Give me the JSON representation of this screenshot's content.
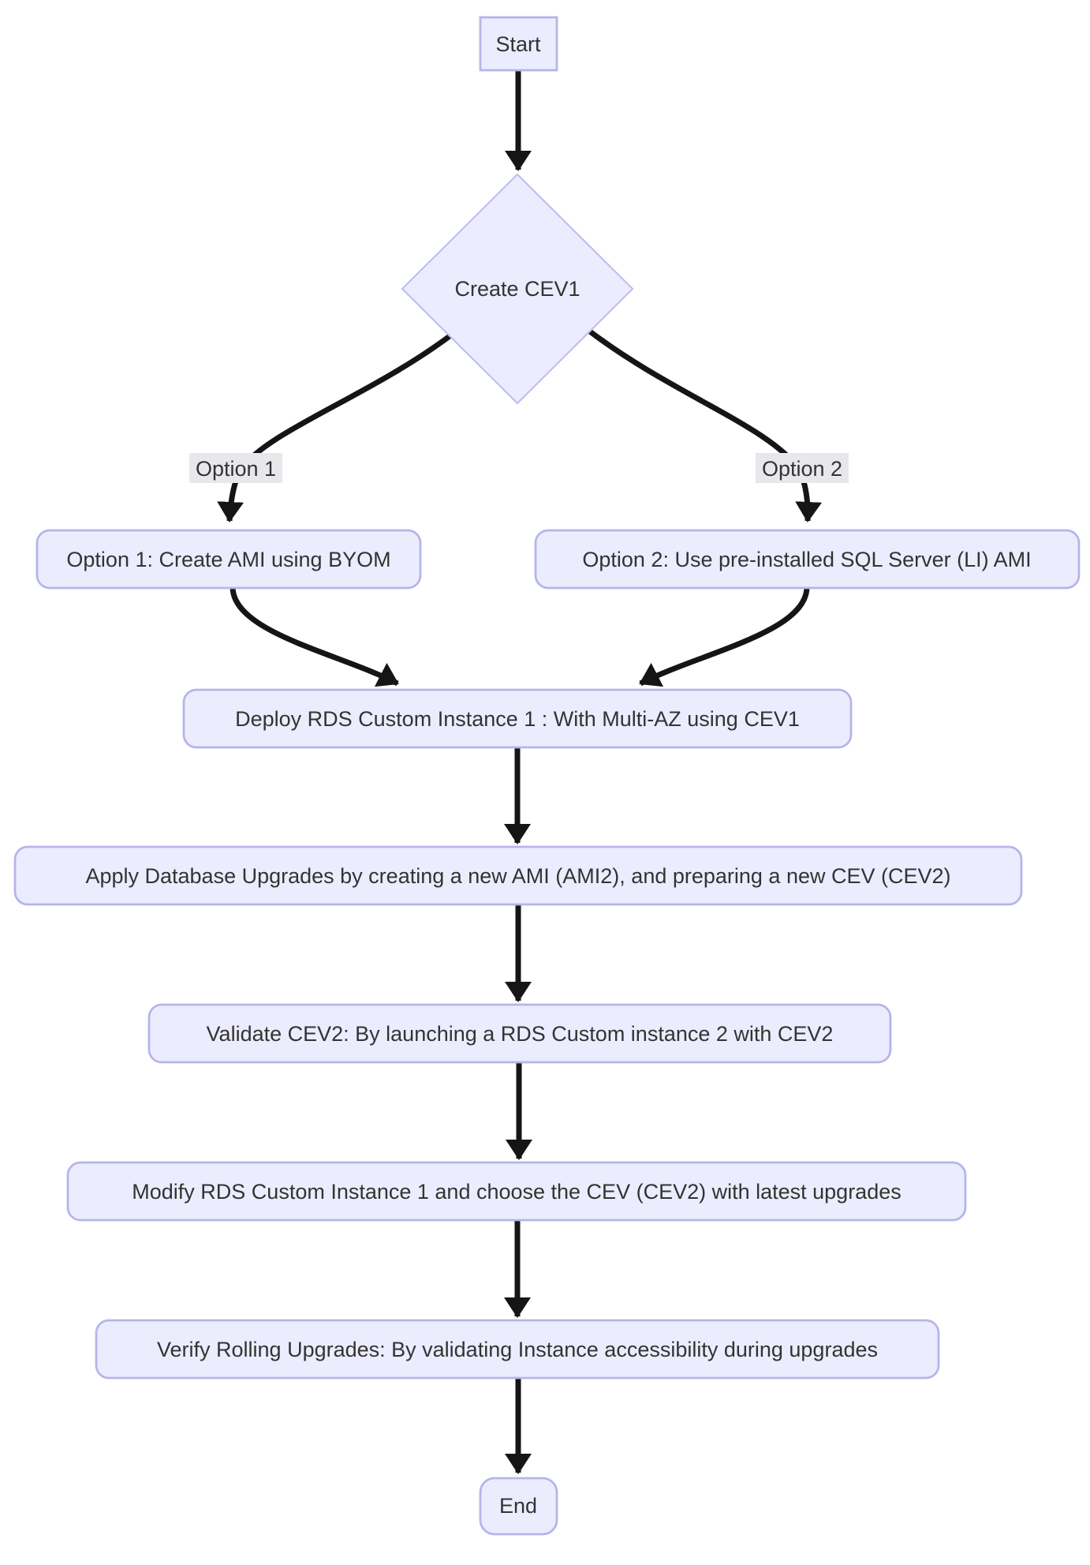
{
  "colors": {
    "background": "#ffffff",
    "node_fill": "#ececff",
    "node_border": "#b5b5e9",
    "node_text": "#333333",
    "edge": "#151515",
    "edge_label_bg": "#e8e8ec"
  },
  "diagram_type": "flowchart",
  "nodes": {
    "start": {
      "label": "Start",
      "shape": "rectangle"
    },
    "decision": {
      "label": "Create CEV1",
      "shape": "diamond"
    },
    "option1": {
      "label": "Option 1: Create AMI using BYOM",
      "shape": "rounded"
    },
    "option2": {
      "label": "Option 2: Use pre-installed SQL Server (LI) AMI",
      "shape": "rounded"
    },
    "deploy": {
      "label": "Deploy RDS Custom Instance 1 : With Multi-AZ using CEV1",
      "shape": "rounded"
    },
    "apply": {
      "label": "Apply Database Upgrades by creating a new AMI (AMI2), and preparing a new CEV (CEV2)",
      "shape": "rounded"
    },
    "validate": {
      "label": "Validate CEV2: By launching a RDS Custom instance 2 with CEV2",
      "shape": "rounded"
    },
    "modify": {
      "label": "Modify RDS Custom Instance 1 and choose the CEV (CEV2) with latest upgrades",
      "shape": "rounded"
    },
    "verify": {
      "label": "Verify Rolling Upgrades: By validating Instance accessibility during upgrades",
      "shape": "rounded"
    },
    "end": {
      "label": "End",
      "shape": "rounded"
    }
  },
  "edge_labels": {
    "option1": {
      "label": "Option 1"
    },
    "option2": {
      "label": "Option 2"
    }
  },
  "edges": [
    {
      "from": "start",
      "to": "decision"
    },
    {
      "from": "decision",
      "to": "option1",
      "label": "Option 1"
    },
    {
      "from": "decision",
      "to": "option2",
      "label": "Option 2"
    },
    {
      "from": "option1",
      "to": "deploy"
    },
    {
      "from": "option2",
      "to": "deploy"
    },
    {
      "from": "deploy",
      "to": "apply"
    },
    {
      "from": "apply",
      "to": "validate"
    },
    {
      "from": "validate",
      "to": "modify"
    },
    {
      "from": "modify",
      "to": "verify"
    },
    {
      "from": "verify",
      "to": "end"
    }
  ]
}
